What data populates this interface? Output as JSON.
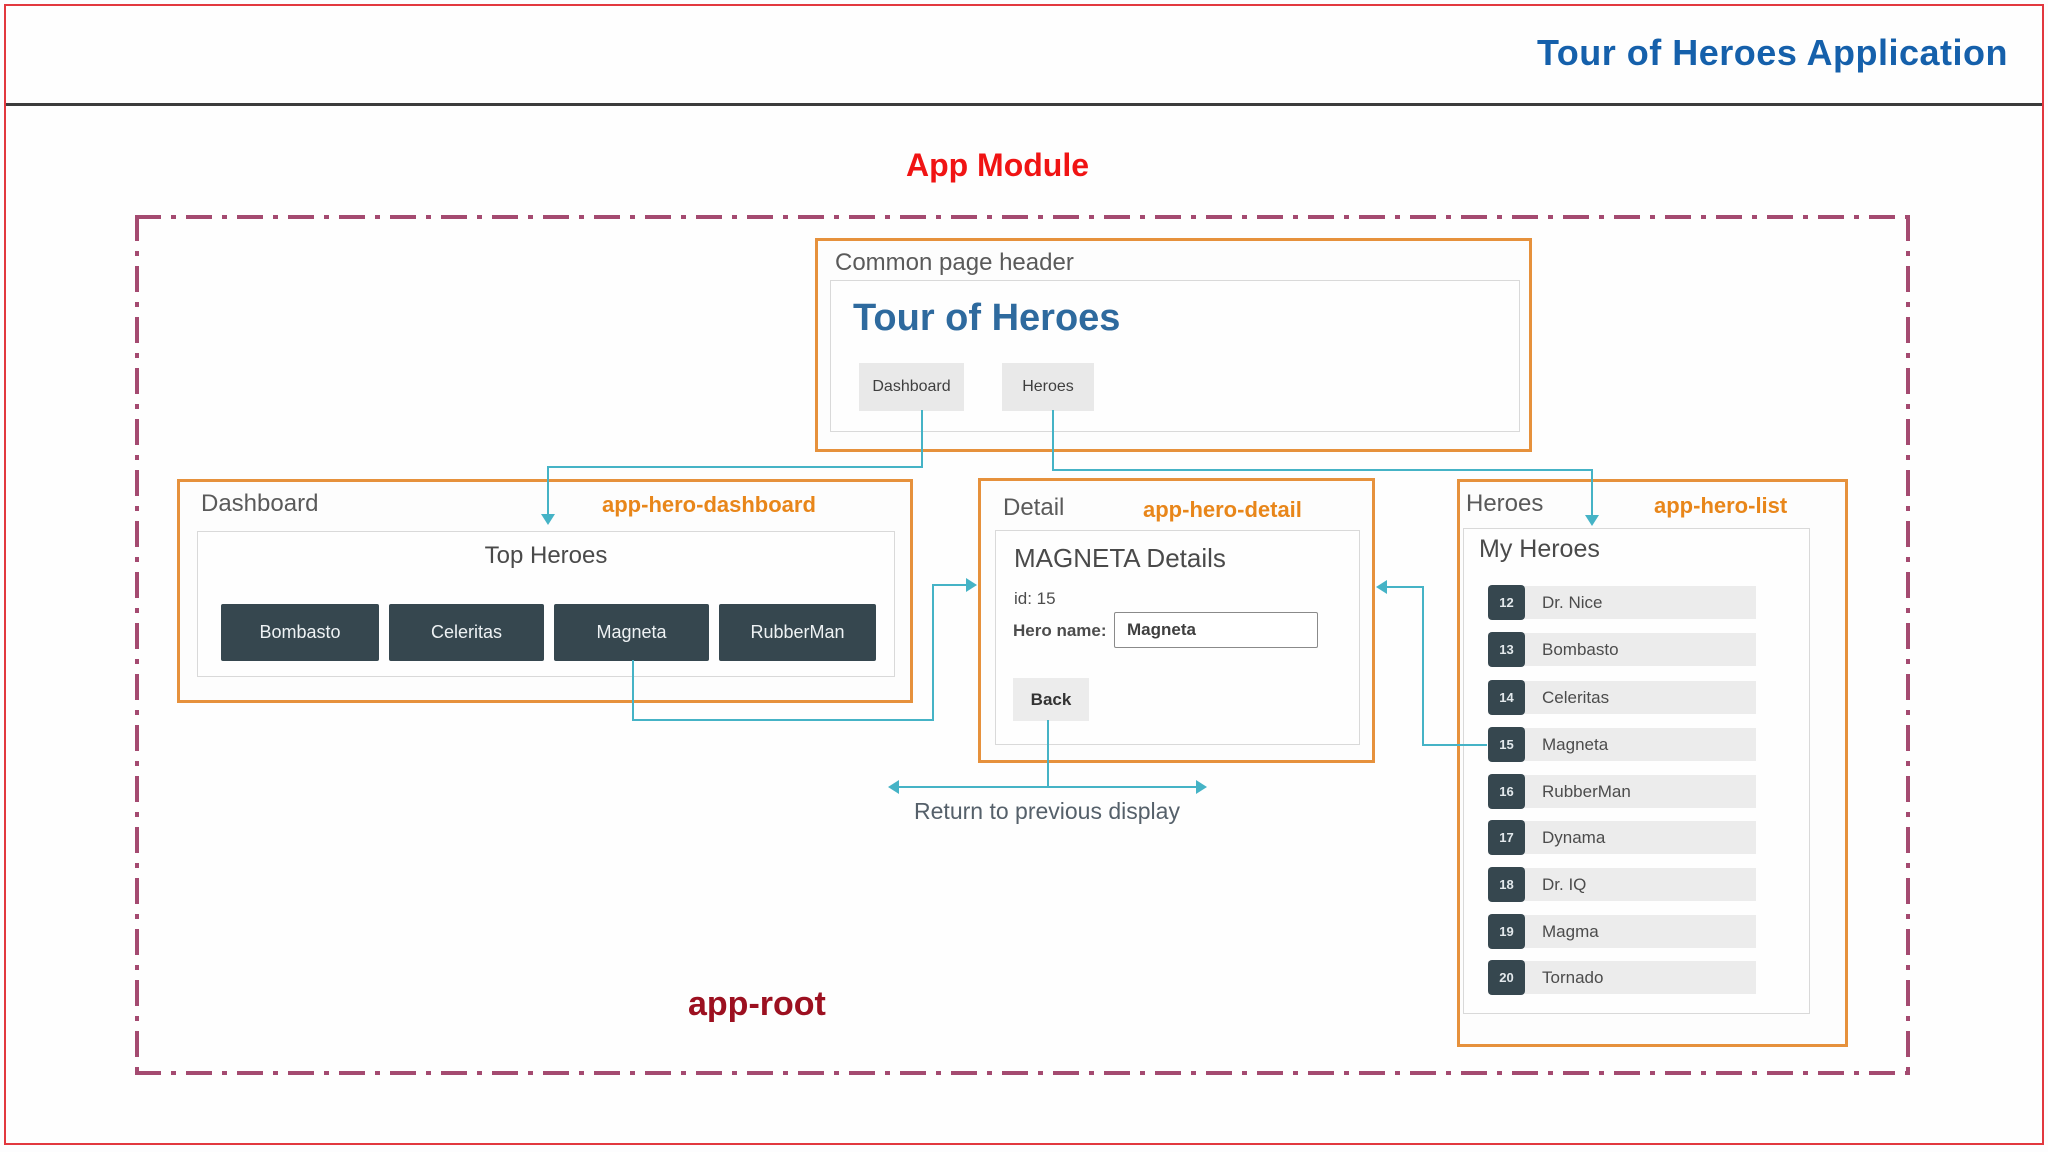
{
  "page": {
    "title": "Tour of Heroes Application"
  },
  "labels": {
    "app_module": "App Module",
    "app_root": "app-root",
    "return_note": "Return to previous display"
  },
  "header_box": {
    "label": "Common page header",
    "app_title": "Tour of Heroes",
    "nav_dashboard": "Dashboard",
    "nav_heroes": "Heroes"
  },
  "dashboard_box": {
    "label": "Dashboard",
    "tag": "app-hero-dashboard",
    "panel_title": "Top Heroes",
    "heroes": [
      "Bombasto",
      "Celeritas",
      "Magneta",
      "RubberMan"
    ]
  },
  "detail_box": {
    "label": "Detail",
    "tag": "app-hero-detail",
    "panel_title": "MAGNETA Details",
    "id_text": "id: 15",
    "name_label": "Hero name:",
    "name_value": "Magneta",
    "back_label": "Back"
  },
  "list_box": {
    "label": "Heroes",
    "tag": "app-hero-list",
    "panel_title": "My Heroes",
    "heroes": [
      {
        "id": "12",
        "name": "Dr. Nice"
      },
      {
        "id": "13",
        "name": "Bombasto"
      },
      {
        "id": "14",
        "name": "Celeritas"
      },
      {
        "id": "15",
        "name": "Magneta"
      },
      {
        "id": "16",
        "name": "RubberMan"
      },
      {
        "id": "17",
        "name": "Dynama"
      },
      {
        "id": "18",
        "name": "Dr. IQ"
      },
      {
        "id": "19",
        "name": "Magma"
      },
      {
        "id": "20",
        "name": "Tornado"
      }
    ]
  },
  "colors": {
    "frame_red": "#e2383f",
    "title_blue": "#1560ab",
    "module_red": "#f01414",
    "app_root_maroon": "#9c1020",
    "dashed_border": "#a44a70",
    "component_orange": "#e6913c",
    "tag_orange": "#e8861a",
    "connector_teal": "#45b3c6",
    "dark_button": "#36474f",
    "header_title_blue": "#2e6a9e"
  }
}
